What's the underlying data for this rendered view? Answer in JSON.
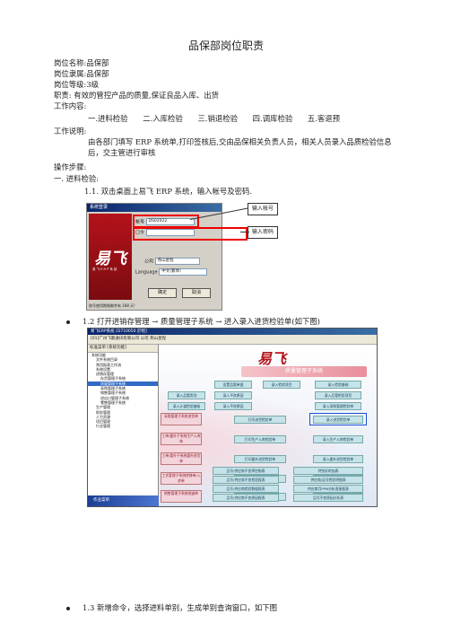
{
  "doc": {
    "title": "品保部岗位职责",
    "info": [
      "岗位名称:品保部",
      "岗位隶属:品保部",
      "岗位等级:3级",
      "职责: 有效的管控产品的质量,保证良品入库、出货",
      "工作内容:"
    ],
    "work_items": [
      "一.进料检验",
      "二.入库检验",
      "三.销退检验",
      "四.调库检验",
      "五.客退预"
    ],
    "work_desc_label": "工作说明:",
    "work_desc": "由各部门填写 ERP 系统单,打印签核后,交由品保相关负责人员，相关人员录入品质检验信息后，交主管进行审核",
    "steps_label": "操作步骤:",
    "section1": "一. 进料检验:",
    "step_1_1": "1.1. 双击桌面上易飞 ERP 系统，输入帐号及密码.",
    "step_1_2": "1.2 打开进销存管理 → 质量管理子系统 → 进入录入进货检验单(如下图)",
    "step_1_3": "1.3 新增命令，选择进料单别，生成单别查询窗口，如下图"
  },
  "login": {
    "title": "系统登录",
    "logo": "易飞",
    "logo_sub": "易 飞 E R P 系 统",
    "account_label": "帐号",
    "account_value": "DS02022",
    "password_label": "口令",
    "company_label": "公司",
    "company_value": "燕山星程",
    "language_label": "Language",
    "language_value": "中文(繁体)",
    "ok_label": "确定",
    "cancel_label": "取消",
    "status": "账号使用期限剩余有 188 天!",
    "callout_account": "输入帐号",
    "callout_password": "输入密码"
  },
  "erp": {
    "title": "易飞ERP系统 [D710050 於昭]",
    "toolbar": "[01]广州飞歌通讯有限公司        公司  燕山星程",
    "sidebar_tab": "标准菜单 [系统功能]",
    "tree": [
      "系统功能",
      "  文件系统目录",
      "  常用报表工作流",
      "  系统设置",
      "  进销存管理",
      "    存货管理子系统",
      "    质量管理子系统",
      "    采购管理子系统",
      "    销售管理子系统",
      "    进出口管理子系统",
      "    零售管理子系统",
      "  生产管理",
      "  财务管理",
      "  人力资源",
      "  项目管理",
      "  行业管理"
    ],
    "selected_index": 6,
    "footer": "作业菜单",
    "logo": "易飞",
    "banner": "质量管理子系统",
    "top_cells": [
      "设置品管单据",
      "录入检验项目",
      "录入检验基础",
      "录入品管类别",
      "录入不良原因",
      "录入品管检验项目",
      "录入计量检验基础",
      "录入不良原因",
      "录入采购管理检验单"
    ],
    "left_pink": [
      "采购管理子系统进货单",
      "工单/委外子系统生产入库单",
      "工单/委外子系统委外进货单",
      "工艺管理子系统转移单/入库单",
      "销售管理子系统销退单"
    ],
    "mid_cells": [
      "打印进货检验单",
      "打印生产入库检验单",
      "打印委外进货检验单",
      "打印移转检验单",
      "打印销退检验单"
    ],
    "right_cells": [
      "录入进货检验单",
      "录入生产入库检验单",
      "录入委外进货检验单",
      "录入移转检验单",
      "录入销退检验单"
    ],
    "bottom_left": [
      "品号/供应商不良率控制表",
      "品号/供应商不良检验报表",
      "品号/供应商检验数据报表",
      "品号/供应商不良原因报表"
    ],
    "bottom_right": [
      "特别好的加表",
      "供应商/品号检验明细表",
      "供应商月PPM分析直接报表",
      "品号不良原因分析表"
    ]
  }
}
